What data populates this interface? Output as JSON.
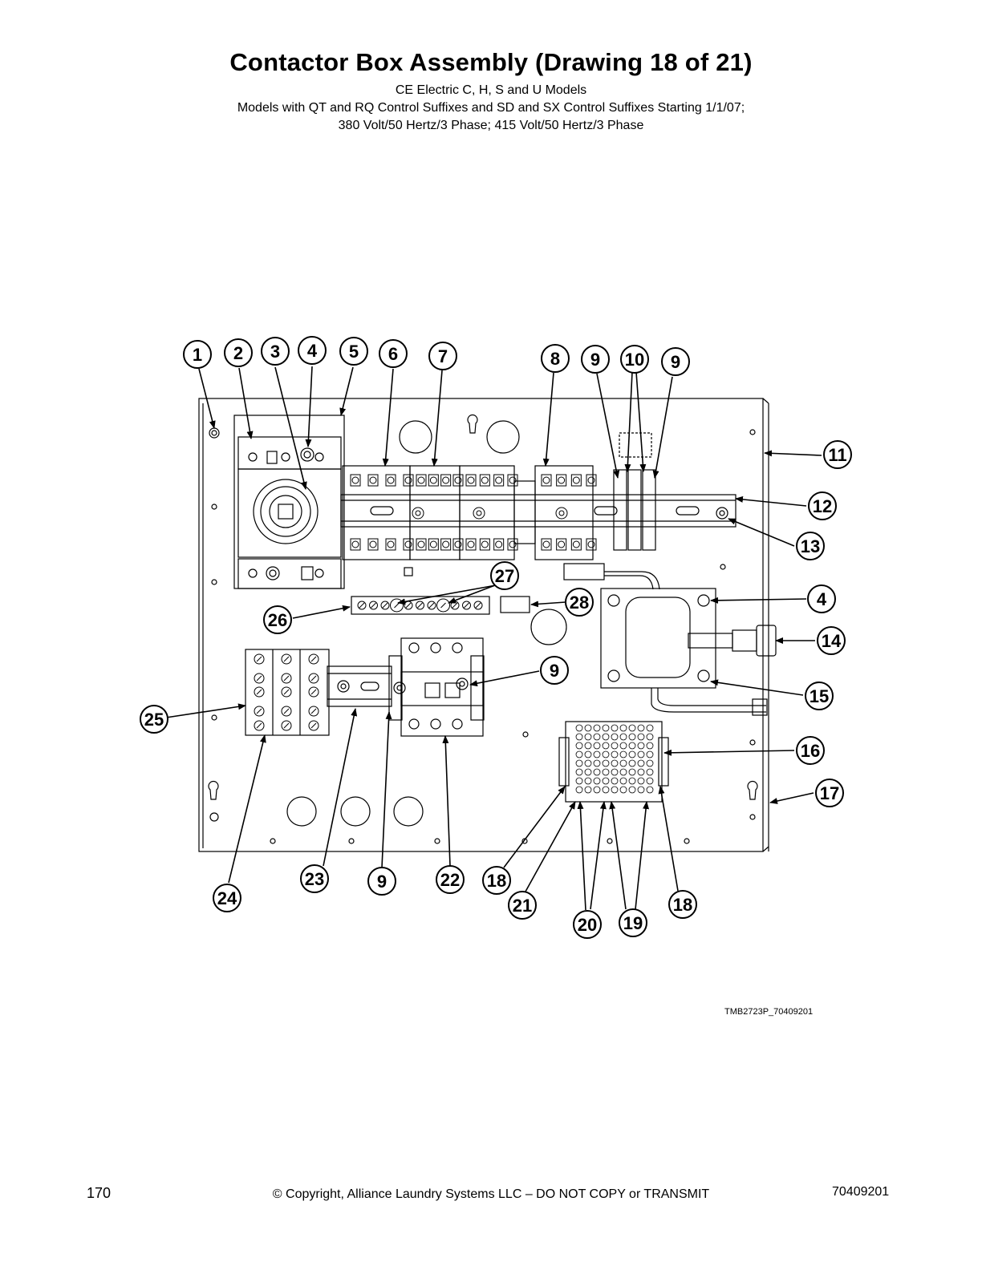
{
  "header": {
    "title": "Contactor Box Assembly (Drawing 18 of 21)",
    "subtitle_1": "CE Electric C, H, S and U Models",
    "subtitle_2": "Models with QT and RQ Control Suffixes and SD and SX Control Suffixes Starting 1/1/07;",
    "subtitle_3": "380 Volt/50 Hertz/3 Phase; 415 Volt/50 Hertz/3 Phase"
  },
  "drawing_code": "TMB2723P_70409201",
  "callouts": [
    "1",
    "2",
    "3",
    "4",
    "5",
    "6",
    "7",
    "8",
    "9",
    "10",
    "9",
    "11",
    "12",
    "13",
    "4",
    "14",
    "15",
    "16",
    "17",
    "27",
    "28",
    "26",
    "9",
    "25",
    "24",
    "23",
    "9",
    "22",
    "18",
    "21",
    "20",
    "19",
    "18"
  ],
  "footer": {
    "page_number": "170",
    "copyright": "© Copyright, Alliance Laundry Systems LLC – DO NOT COPY or TRANSMIT",
    "document_number": "70409201"
  }
}
